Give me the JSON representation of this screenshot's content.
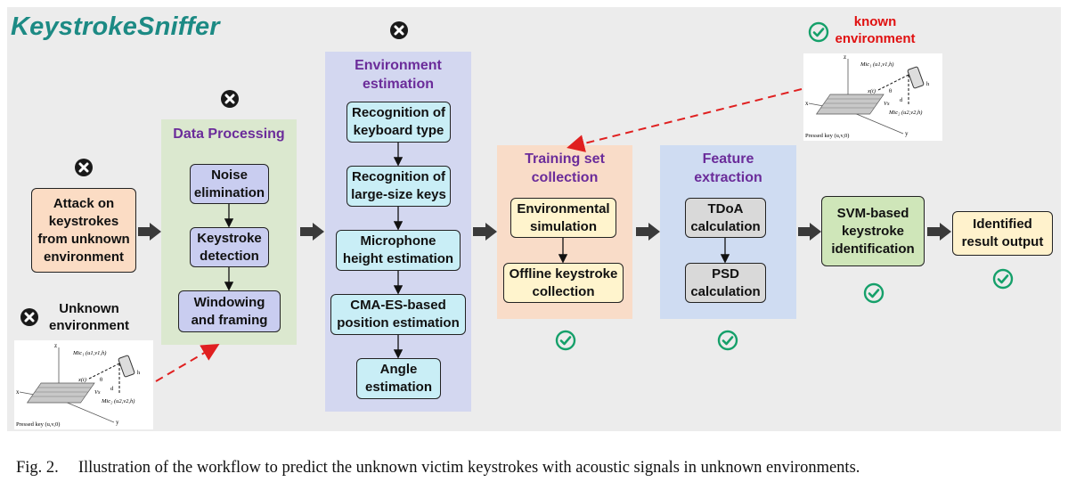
{
  "title": "KeystrokeSniffer",
  "panels": {
    "data_processing": {
      "title": "Data Processing",
      "steps": [
        "Noise elimination",
        "Keystroke detection",
        "Windowing and framing"
      ]
    },
    "environment_estimation": {
      "title": "Environment estimation",
      "steps": [
        "Recognition of keyboard type",
        "Recognition of large-size keys",
        "Microphone height estimation",
        "CMA-ES-based position estimation",
        "Angle estimation"
      ]
    },
    "training_set": {
      "title": "Training set collection",
      "steps": [
        "Environmental simulation",
        "Offline keystroke collection"
      ]
    },
    "feature_extraction": {
      "title": "Feature extraction",
      "steps": [
        "TDoA calculation",
        "PSD calculation"
      ]
    }
  },
  "attack_box": "Attack on keystrokes from unknown environment",
  "svm_box": "SVM-based keystroke identification",
  "result_box": "Identified result output",
  "unknown_label": "Unknown environment",
  "known_label": "known environment",
  "sketch": {
    "mic1": "Mic₁ (u1,v1,h)",
    "mic2": "Mic₂ (u2,v2,h)",
    "xt": "x(t)",
    "theta": "θ",
    "d": "d",
    "vs": "Vs",
    "h": "h",
    "axis_x": "x",
    "axis_y": "y",
    "axis_z": "z",
    "pressed": "Pressed key (u,v,0)"
  },
  "caption": {
    "fig": "Fig. 2.",
    "text": "Illustration of the workflow to predict the unknown victim keystrokes with acoustic signals in unknown environments."
  },
  "colors": {
    "title": "#1c8a84",
    "panel_title": "#6b2c9a",
    "data_processing_bg": "#dbe8cf",
    "data_processing_box": "#c9cdf0",
    "env_panel_bg": "#d3d7f0",
    "env_box": "#c9eef6",
    "training_bg": "#f9dcc8",
    "training_box": "#fff4cd",
    "feature_bg": "#cfdcf2",
    "feature_box": "#d9d9d9",
    "attack_box": "#fbdcc4",
    "svm_box": "#cfe6b9",
    "result_box": "#fff2cc",
    "check": "#15a06a",
    "dashed_arrow": "#e02020",
    "known_label": "#e01010"
  },
  "icons": {
    "fail": "circle-x-icon",
    "success": "circle-check-icon"
  }
}
